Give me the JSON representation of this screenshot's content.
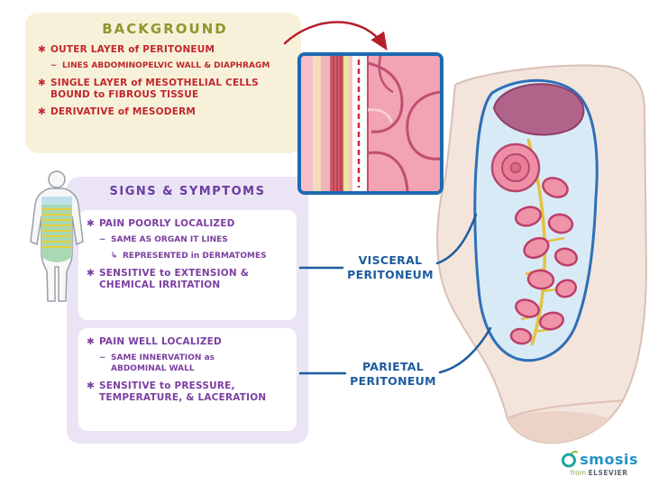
{
  "background": {
    "title": "BACKGROUND",
    "items": [
      {
        "bullet": "✱",
        "lines": [
          "OUTER LAYER of PERITONEUM"
        ]
      },
      {
        "bullet": "~",
        "lines": [
          "LINES ABDOMINOPELVIC WALL & DIAPHRAGM"
        ]
      },
      {
        "bullet": "✱",
        "lines": [
          "SINGLE LAYER of MESOTHELIAL CELLS",
          "BOUND to FIBROUS TISSUE"
        ]
      },
      {
        "bullet": "✱",
        "lines": [
          "DERIVATIVE of MESODERM"
        ]
      }
    ]
  },
  "signs": {
    "title": "SIGNS & SYMPTOMS",
    "visceral": {
      "items": [
        {
          "bullet": "✱",
          "lines": [
            "PAIN POORLY LOCALIZED"
          ]
        },
        {
          "bullet": "~",
          "lines": [
            "SAME AS ORGAN IT LINES"
          ]
        },
        {
          "bullet": "↳",
          "lines": [
            "REPRESENTED in DERMATOMES"
          ]
        },
        {
          "bullet": "✱",
          "lines": [
            "SENSITIVE to EXTENSION &",
            "CHEMICAL IRRITATION"
          ]
        }
      ]
    },
    "parietal": {
      "items": [
        {
          "bullet": "✱",
          "lines": [
            "PAIN WELL LOCALIZED"
          ]
        },
        {
          "bullet": "~",
          "lines": [
            "SAME INNERVATION as",
            "ABDOMINAL WALL"
          ]
        },
        {
          "bullet": "✱",
          "lines": [
            "SENSITIVE to PRESSURE,",
            "TEMPERATURE, & LACERATION"
          ]
        }
      ]
    }
  },
  "labels": {
    "visceral": [
      "VISCERAL",
      "PERITONEUM"
    ],
    "parietal": [
      "PARIETAL",
      "PERITONEUM"
    ]
  },
  "logo": {
    "brand": "smosis",
    "tagline_from": "from",
    "tagline_elsevier": "ELSEVIER"
  },
  "colors": {
    "background_title": "#8f972e",
    "background_text": "#c1272d",
    "signs_text": "#7b3fa0",
    "label_blue": "#1d5c9e",
    "inset_border": "#1d6ab2",
    "intestine_pink": "#ef93a8",
    "arrow_red": "#b7202a"
  }
}
